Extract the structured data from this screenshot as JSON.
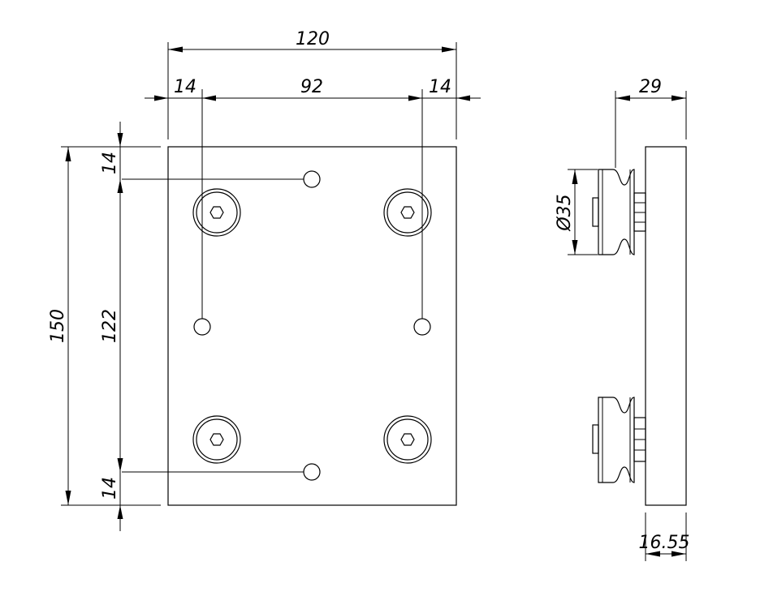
{
  "drawing": {
    "front_view": {
      "dim_overall_width": "120",
      "dim_hole_spacing_x": "92",
      "dim_edge_left": "14",
      "dim_edge_right": "14",
      "dim_overall_height": "150",
      "dim_hole_spacing_y": "122",
      "dim_edge_top": "14",
      "dim_edge_bottom": "14"
    },
    "side_view": {
      "dim_depth": "29",
      "dim_wheel_diameter": "Ø35",
      "dim_plate_thickness": "16.55"
    }
  }
}
